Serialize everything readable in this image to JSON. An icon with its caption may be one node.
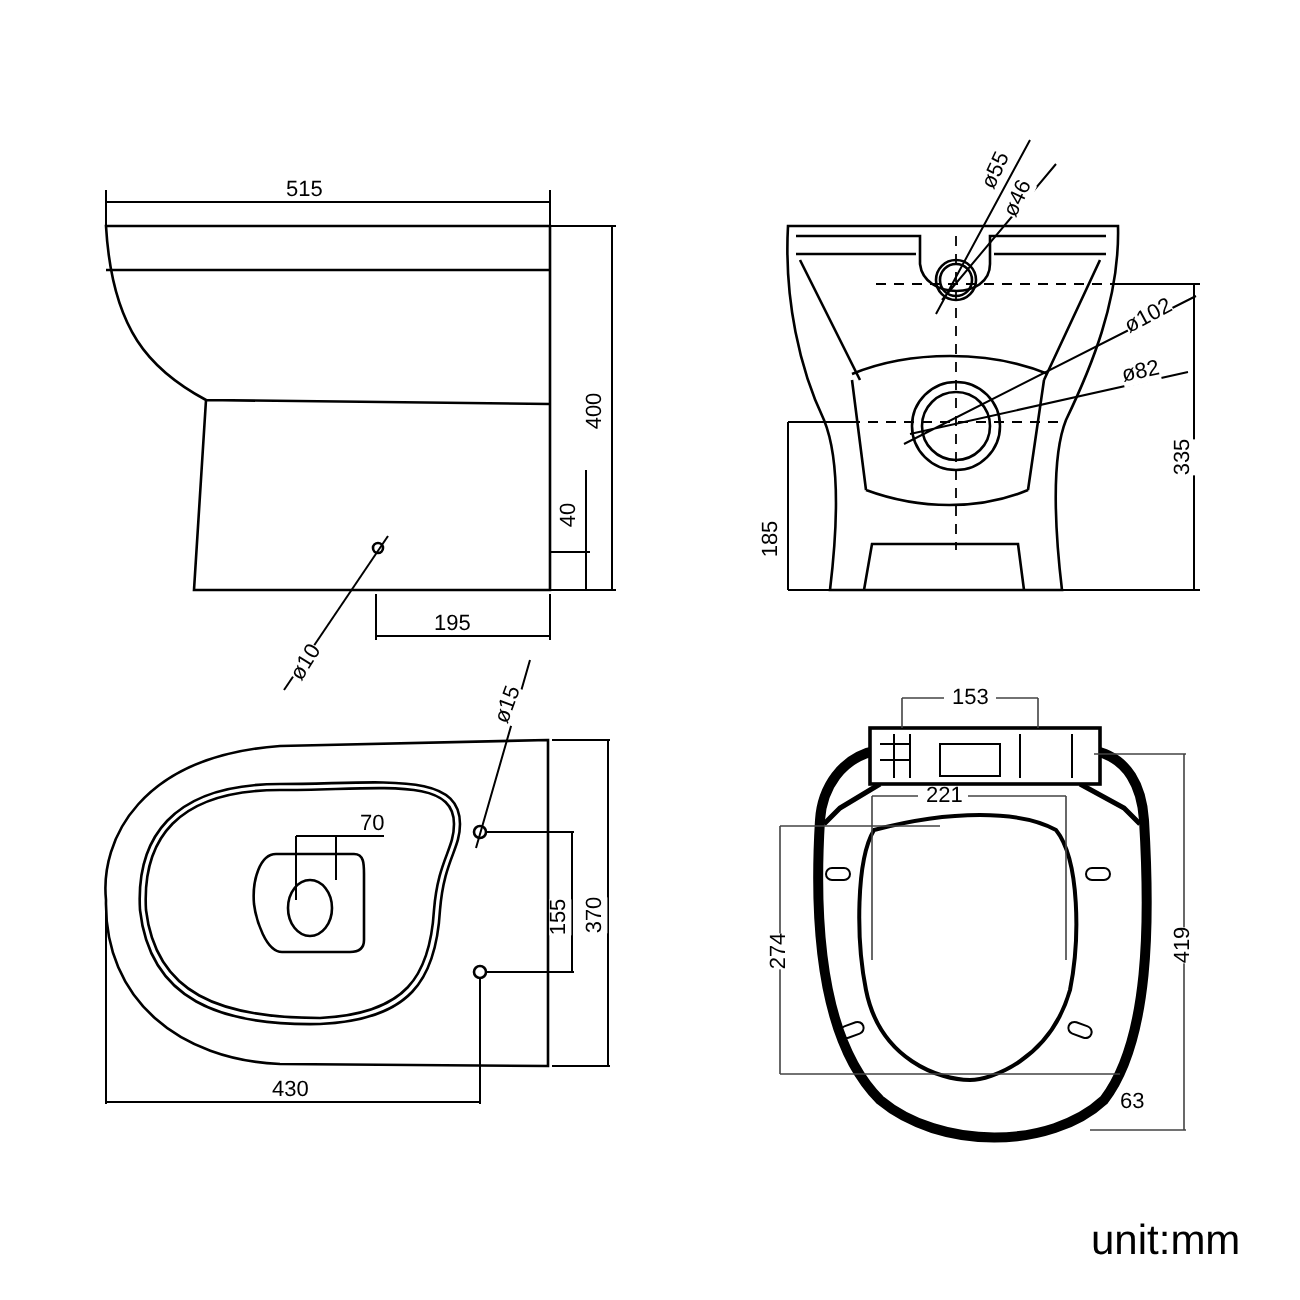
{
  "diagram": {
    "labels": [
      "515",
      "400",
      "40",
      "195",
      "ø10",
      "ø55",
      "ø46",
      "ø102",
      "ø82",
      "185",
      "335",
      "ø15",
      "70",
      "155",
      "370",
      "430",
      "153",
      "221",
      "274",
      "419",
      "63",
      "unit:mm"
    ]
  }
}
